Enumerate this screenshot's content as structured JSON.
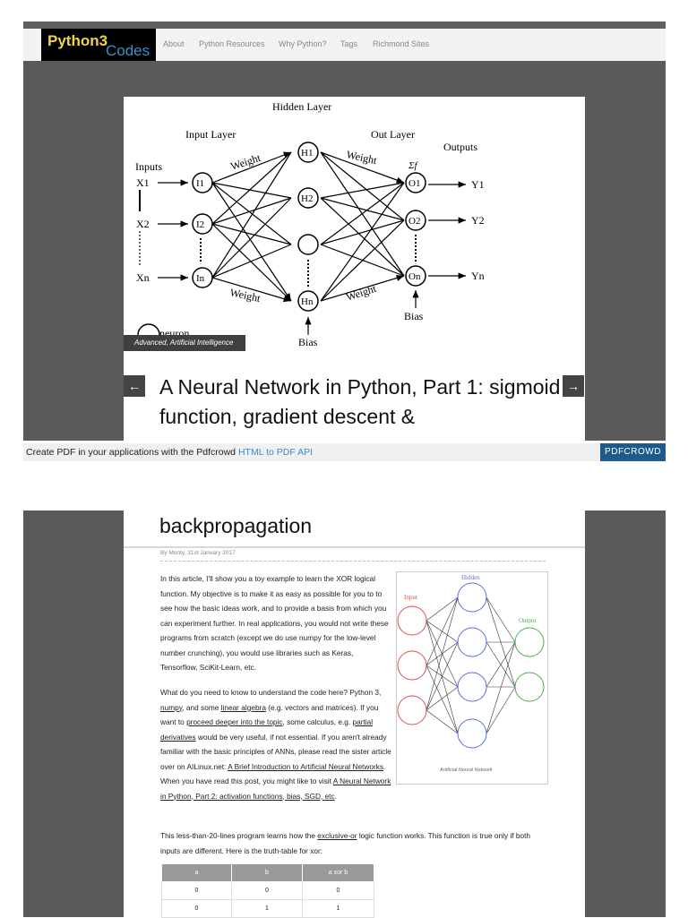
{
  "site": {
    "logo_python": "Python3",
    "logo_codes": "Codes",
    "nav": [
      "About",
      "Python Resources",
      "Why Python?",
      "Tags",
      "Richmond Sites"
    ]
  },
  "hero": {
    "diagram_labels": {
      "hidden_layer": "Hidden Layer",
      "input_layer": "Input Layer",
      "out_layer": "Out Layer",
      "outputs": "Outputs",
      "inputs": "Inputs",
      "x1": "X1",
      "x2": "X2",
      "xn": "Xn",
      "i1": "I1",
      "i2": "I2",
      "in": "In",
      "h1": "H1",
      "h2": "H2",
      "hn": "Hn",
      "o1": "O1",
      "o2": "O2",
      "on": "On",
      "y1": "Y1",
      "y2": "Y2",
      "yn": "Yn",
      "weight": "Weight",
      "sum": "Σf",
      "bias": "Bias",
      "neuron": "neuron"
    },
    "category": "Advanced, Artificial Intelligence",
    "prev": "←",
    "next": "→",
    "title_part1": "A Neural Network in Python, Part 1: sigmoid function, gradient descent &",
    "title_part2": "backpropagation"
  },
  "pdf_banner": {
    "text": "Create PDF in your applications with the Pdfcrowd ",
    "link": "HTML to PDF API",
    "button": "PDFCROWD"
  },
  "post": {
    "meta": "By Monty, 31st January 2017",
    "p1": "In this article, I'll show you a toy example to learn the XOR logical function. My objective is to make it as easy as possible for you to to see how the basic ideas work, and to provide a basis from which you can experiment further. In real applications, you would not write these programs from scratch (except we do use numpy for the low-level number crunching), you would use libraries such as Keras, Tensorflow, SciKit-Learn, etc.",
    "p2_a": "What do you need to know to understand the code here? Python 3, ",
    "p2_numpy": "numpy",
    "p2_b": ", and some ",
    "p2_linalg": "linear algebra",
    "p2_c": " (e.g. vectors and matrices). If you want to ",
    "p2_deeper": "proceed deeper into the topic",
    "p2_d": ", some calculus, e.g. ",
    "p2_partial": "partial derivatives",
    "p2_e": " would be very useful, if not essential. If you aren't already familiar with the basic principles of ANNs, please read the sister article over on AILinux.net: ",
    "p2_brief": "A Brief Introduction to Artificial Neural Networks",
    "p2_f": ". When you have read this post, you might like to visit ",
    "p2_part2": "A Neural Network in Python, Part 2: activation functions, bias, SGD, etc",
    "p2_g": ".",
    "p3_a": "This less-than-20-lines program learns how the ",
    "p3_xor": "exclusive-or",
    "p3_b": " logic function works. This function is true only if both inputs are different. Here is the truth-table for xor:",
    "figure": {
      "hidden": "Hidden",
      "input": "Input",
      "output": "Output",
      "caption": "Artificial Neural Network"
    },
    "table": {
      "headers": [
        "a",
        "b",
        "a xor b"
      ],
      "rows": [
        [
          "0",
          "0",
          "0"
        ],
        [
          "0",
          "1",
          "1"
        ]
      ]
    }
  }
}
